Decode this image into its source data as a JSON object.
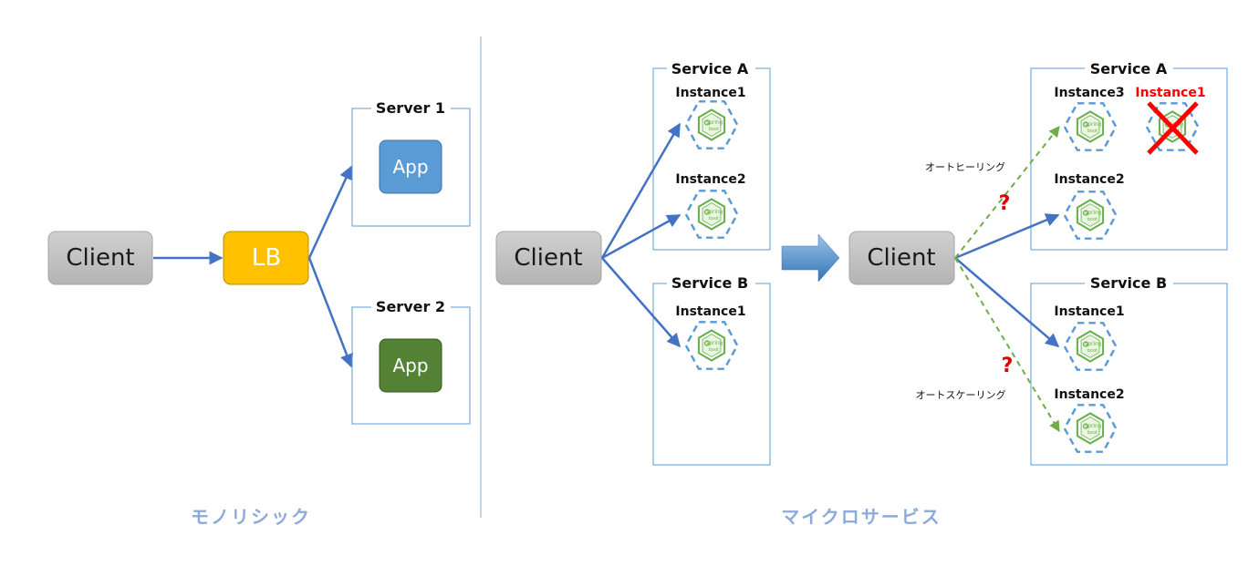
{
  "monolith": {
    "client_label": "Client",
    "lb_label": "LB",
    "server1": {
      "title": "Server 1",
      "app_label": "App"
    },
    "server2": {
      "title": "Server 2",
      "app_label": "App"
    },
    "caption": "モノリシック"
  },
  "micro_before": {
    "client_label": "Client",
    "service_a": {
      "title": "Service A",
      "instances": [
        "Instance1",
        "Instance2"
      ]
    },
    "service_b": {
      "title": "Service B",
      "instances": [
        "Instance1"
      ]
    }
  },
  "micro_after": {
    "client_label": "Client",
    "service_a": {
      "title": "Service A",
      "instances": [
        "Instance3",
        "Instance1",
        "Instance2"
      ],
      "failed_instance": "Instance1"
    },
    "service_b": {
      "title": "Service B",
      "instances": [
        "Instance1",
        "Instance2"
      ]
    },
    "auto_healing_label": "オートヒーリング",
    "auto_scaling_label": "オートスケーリング",
    "question_mark": "?"
  },
  "micro_caption": "マイクロサービス",
  "icons": {
    "instance": "spring-boot-icon",
    "fail": "red-x-icon",
    "transition": "right-arrow-icon"
  },
  "colors": {
    "arrow": "#4472c4",
    "dashed_arrow": "#70ad47",
    "lb": "#ffc000",
    "app1": "#5b9bd5",
    "app2": "#548235",
    "client": "#bfbfbf",
    "caption": "#8eaadb",
    "fail": "#ff0000"
  }
}
